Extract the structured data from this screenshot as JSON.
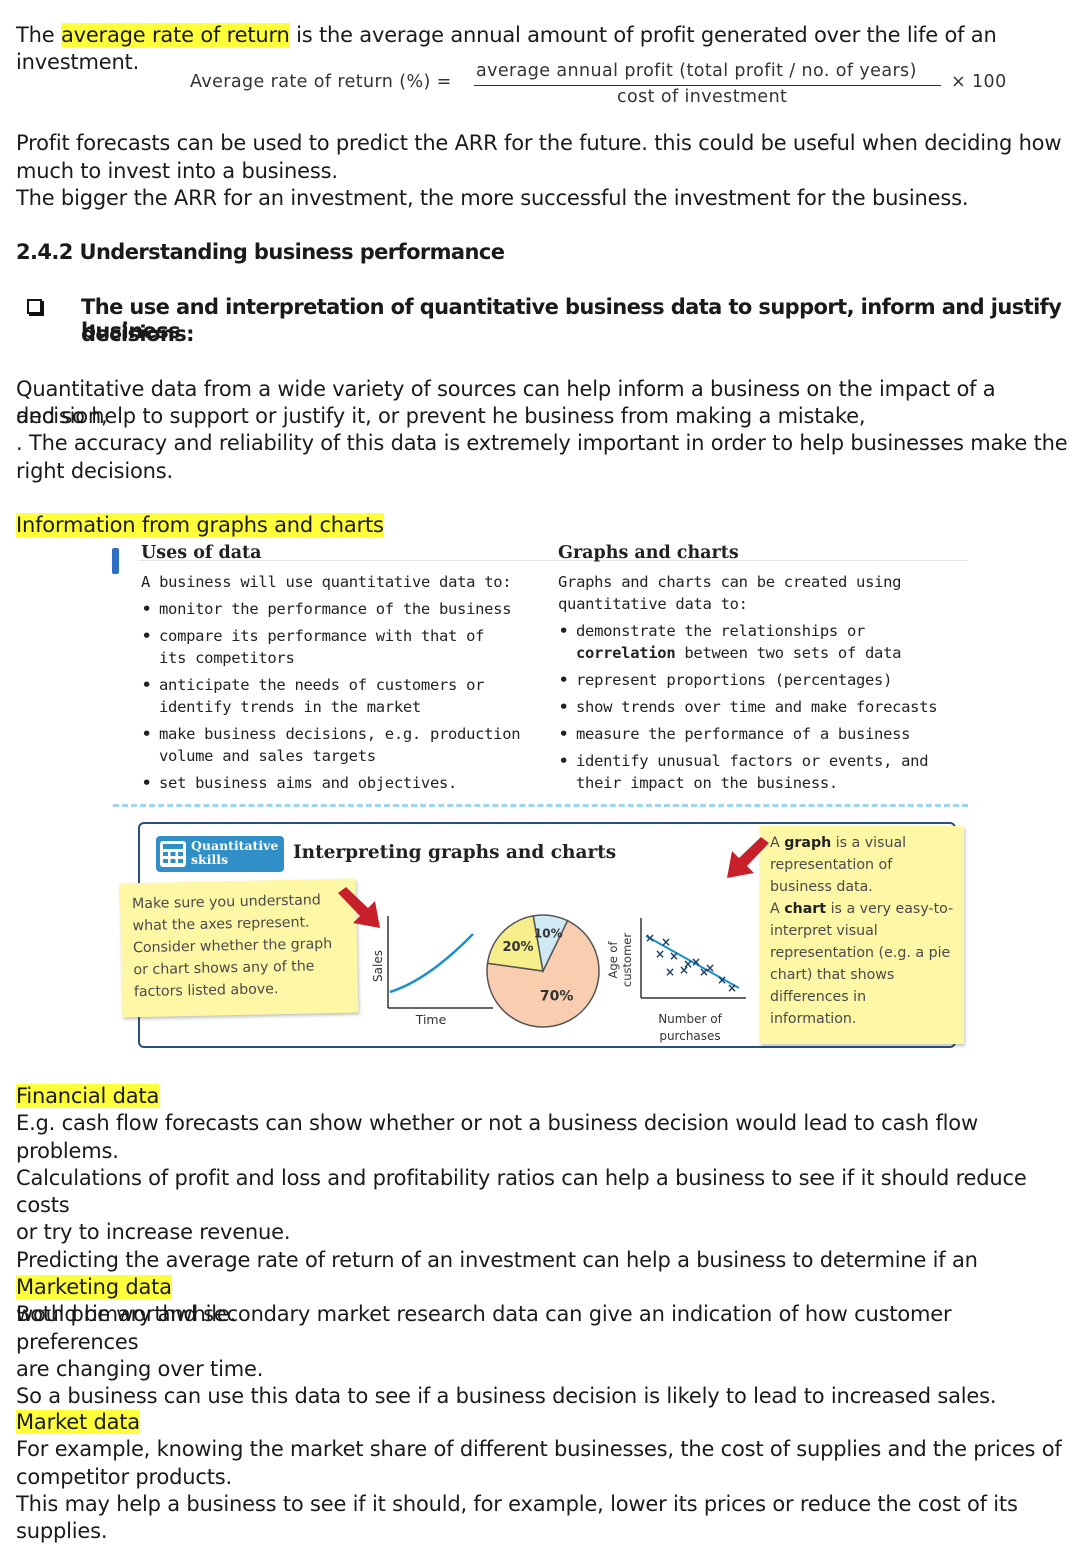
{
  "arr": {
    "intro_highlight": "average rate of return",
    "intro_pre": "The ",
    "intro_post": " is the average annual amount of profit generated over the life of an",
    "intro_line2": "investment.",
    "formula_lhs": "Average rate of return (%) =",
    "formula_numerator": "average annual profit (total profit / no. of years)",
    "formula_denominator": "cost of investment",
    "formula_factor": "× 100",
    "para1_line1": "Profit forecasts can be used to predict the ARR for the future. this could be useful when deciding how",
    "para1_line2": "much to invest into a business.",
    "para2": "The bigger the ARR for an investment, the more successful the investment for the business."
  },
  "section": {
    "heading": "2.4.2 Understanding business performance",
    "checkbox_line1": "The use and interpretation of quantitative business data to support, inform and justify business",
    "checkbox_line2": "decisions:",
    "para_line1": "Quantitative data from a wide variety of sources can help inform a business on the impact of a decision,",
    "para_line2": "and so help to support or justify it, or prevent he business from making a mistake,",
    "para_line3": ". The accuracy and reliability of this data is extremely important in order to help businesses make the",
    "para_line4": "right decisions."
  },
  "graphs_section": {
    "label": "Information from graphs and charts"
  },
  "textbook": {
    "uses_title": "Uses of data",
    "uses_intro": "A business will use quantitative data to:",
    "uses_items": [
      "monitor the performance of the business",
      "compare its performance with that of its competitors",
      "anticipate the needs of customers or identify trends in the market",
      "make business decisions, e.g. production volume and sales targets",
      "set business aims and objectives."
    ],
    "graphs_title": "Graphs and charts",
    "graphs_intro": "Graphs and charts can be created using quantitative data to:",
    "graphs_item1_pre": "demonstrate the relationships or ",
    "graphs_item1_bold": "correlation",
    "graphs_item1_post": " between two sets of data",
    "graphs_items": [
      "represent proportions (percentages)",
      "show trends over time and make forecasts",
      "measure the performance of a business",
      "identify unusual factors or events, and their impact on the business."
    ],
    "qs_badge_line1": "Quantitative",
    "qs_badge_line2": "skills",
    "qs_title": "Interpreting graphs and charts",
    "note_left": "Make sure you understand what the axes represent. Consider whether the graph or chart shows any of the factors listed above.",
    "note_right_pre1": "A ",
    "note_right_bold1": "graph",
    "note_right_post1": " is a visual representation of business data.",
    "note_right_pre2": "A ",
    "note_right_bold2": "chart",
    "note_right_post2": " is a very easy-to-interpret visual representation (e.g. a pie chart) that shows differences in information."
  },
  "chart_data": [
    {
      "type": "line",
      "xlabel": "Time",
      "ylabel": "Sales"
    },
    {
      "type": "pie",
      "labels": [
        "70%",
        "20%",
        "10%"
      ],
      "values": [
        70,
        20,
        10
      ],
      "colors": [
        "#f8cdb0",
        "#f6ee8a",
        "#cfeaf5"
      ]
    },
    {
      "type": "scatter",
      "xlabel": "Number of purchases",
      "ylabel": "Age of customer",
      "marker": "×"
    }
  ],
  "sections": [
    {
      "label": "Financial data",
      "lines": [
        "E.g. cash flow forecasts can show whether or not a business decision would lead to cash flow problems.",
        "Calculations of profit and loss and profitability ratios can help a business to see if it should reduce costs",
        "or try to increase revenue.",
        "Predicting the average rate of return of an investment can help a business to determine if an investment",
        "would be worthwhile."
      ]
    },
    {
      "label": "Marketing data",
      "lines": [
        "Both primary and secondary market research data can give an indication of how customer preferences",
        "are changing over time.",
        "So a business can use this data to see if a business decision is likely to lead to increased sales."
      ]
    },
    {
      "label": "Market data",
      "lines": [
        "For example, knowing the market share of different businesses, the cost of supplies and the prices of",
        "competitor products.",
        "This may help a business to see if it should, for example, lower its prices or reduce the cost of its supplies."
      ]
    }
  ],
  "colors": {
    "highlight": "#ffff3a",
    "note": "#fdf7a6",
    "badge": "#2f8fc6",
    "arrow": "#c8202a",
    "line": "#1a8fc9"
  }
}
